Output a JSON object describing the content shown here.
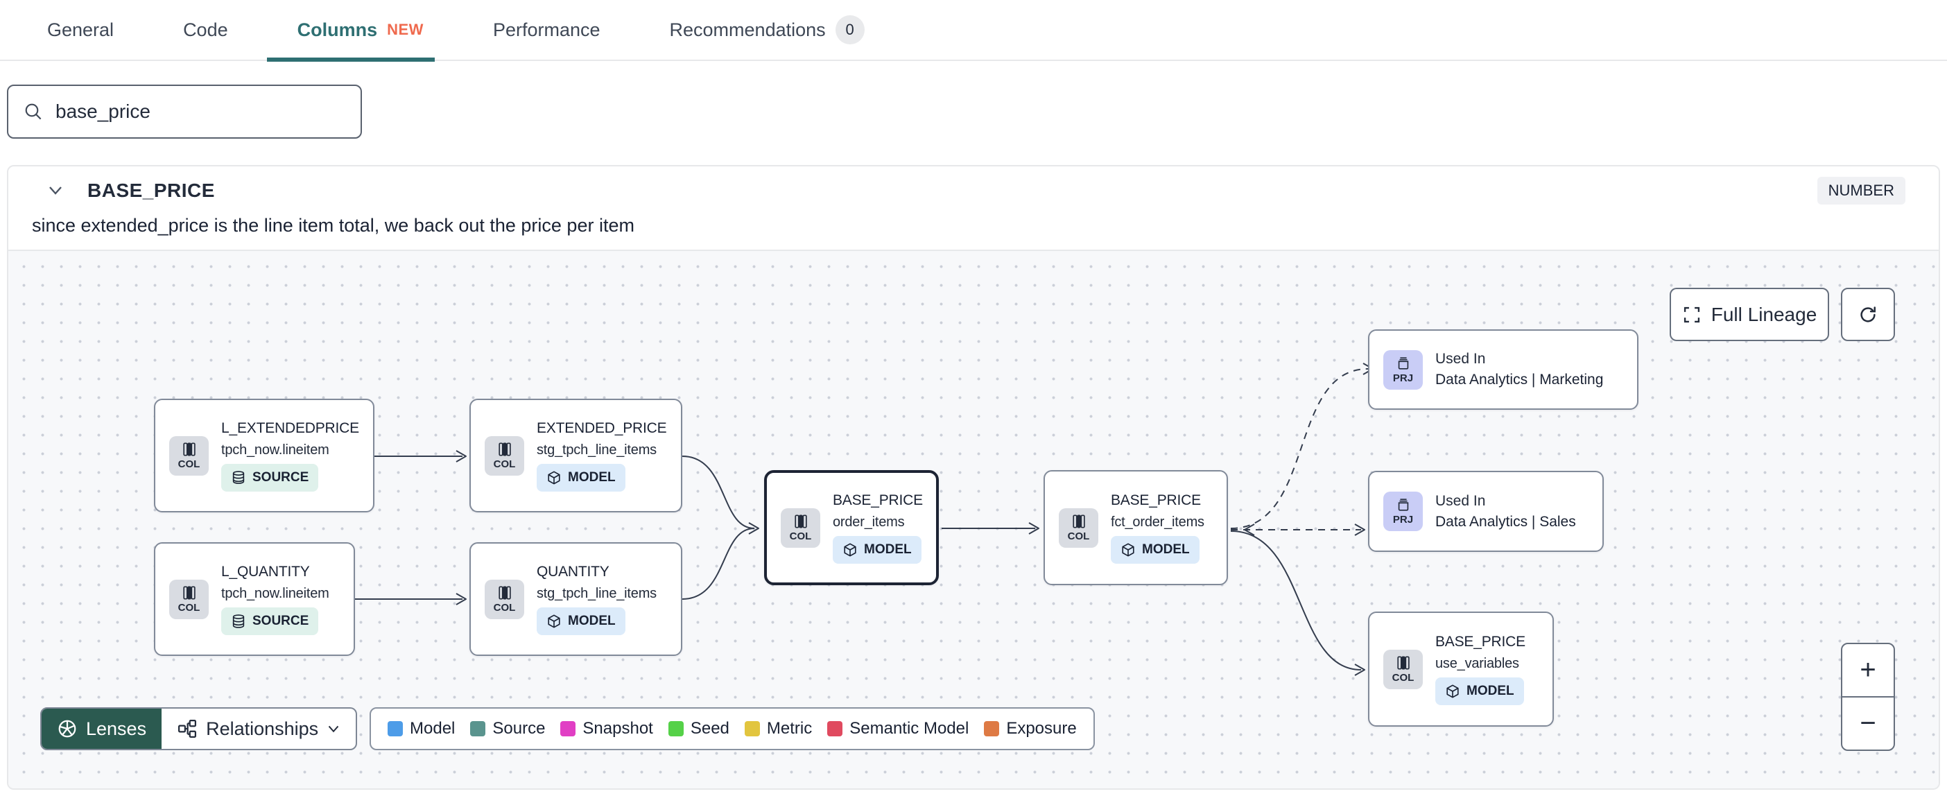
{
  "tabs": {
    "general": "General",
    "code": "Code",
    "columns": "Columns",
    "columns_badge": "NEW",
    "performance": "Performance",
    "recommendations": "Recommendations",
    "recommendations_count": "0"
  },
  "search": {
    "value": "base_price"
  },
  "column_details": {
    "name": "BASE_PRICE",
    "type": "NUMBER",
    "description": "since extended_price is the line item total, we back out the price per item"
  },
  "lineage": {
    "full_lineage_label": "Full Lineage",
    "zoom_in": "+",
    "zoom_out": "−",
    "nodes": {
      "l_extendedprice": {
        "chip": "COL",
        "title": "L_EXTENDEDPRICE",
        "subtitle": "tpch_now.lineitem",
        "badge": "SOURCE"
      },
      "l_quantity": {
        "chip": "COL",
        "title": "L_QUANTITY",
        "subtitle": "tpch_now.lineitem",
        "badge": "SOURCE"
      },
      "extended_price": {
        "chip": "COL",
        "title": "EXTENDED_PRICE",
        "subtitle": "stg_tpch_line_items",
        "badge": "MODEL"
      },
      "quantity": {
        "chip": "COL",
        "title": "QUANTITY",
        "subtitle": "stg_tpch_line_items",
        "badge": "MODEL"
      },
      "base_price_order_items": {
        "chip": "COL",
        "title": "BASE_PRICE",
        "subtitle": "order_items",
        "badge": "MODEL"
      },
      "base_price_fct_order_items": {
        "chip": "COL",
        "title": "BASE_PRICE",
        "subtitle": "fct_order_items",
        "badge": "MODEL"
      },
      "used_in_marketing": {
        "chip": "PRJ",
        "label": "Used In",
        "title": "Data Analytics | Marketing"
      },
      "used_in_sales": {
        "chip": "PRJ",
        "label": "Used In",
        "title": "Data Analytics | Sales"
      },
      "base_price_use_variables": {
        "chip": "COL",
        "title": "BASE_PRICE",
        "subtitle": "use_variables",
        "badge": "MODEL"
      }
    },
    "toolbar": {
      "lenses": "Lenses",
      "relationships": "Relationships"
    },
    "legend": {
      "items": [
        {
          "label": "Model",
          "color": "#4D9CE8"
        },
        {
          "label": "Source",
          "color": "#5A948E"
        },
        {
          "label": "Snapshot",
          "color": "#E13FC4"
        },
        {
          "label": "Seed",
          "color": "#55D148"
        },
        {
          "label": "Metric",
          "color": "#E2C53F"
        },
        {
          "label": "Semantic Model",
          "color": "#E04A5F"
        },
        {
          "label": "Exposure",
          "color": "#DE7A44"
        }
      ]
    }
  },
  "colors": {
    "accent_teal": "#2E6F72",
    "new_badge": "#EF6A4E",
    "lenses_green": "#2B5A50",
    "source_badge_bg": "#DFF1EB",
    "model_badge_bg": "#DCEBFA",
    "prj_chip_bg": "#C9CDF6",
    "col_chip_bg": "#D9DCE2"
  }
}
